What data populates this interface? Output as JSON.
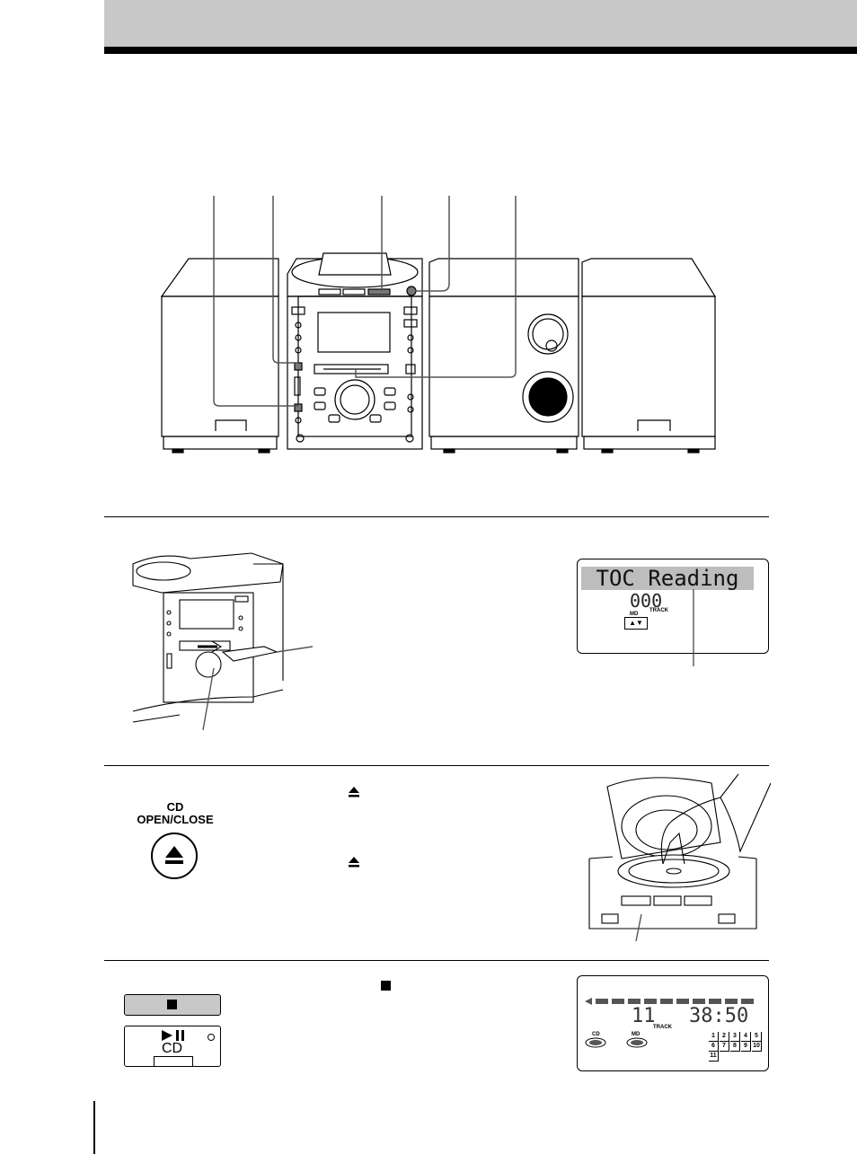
{
  "step2": {
    "button": {
      "line1": "CD",
      "line2": "OPEN/CLOSE"
    }
  },
  "display1": {
    "main_text": "TOC Reading",
    "counter": "000",
    "track_label": "TRACK",
    "md_label": "MD"
  },
  "step3": {
    "play_button_label": "CD",
    "display": {
      "track_number": "11",
      "time": "38:50",
      "track_label": "TRACK",
      "cd_label": "CD",
      "md_label": "MD",
      "track_grid": [
        "1",
        "2",
        "3",
        "4",
        "5",
        "6",
        "7",
        "8",
        "9",
        "10",
        "11"
      ]
    }
  },
  "colors": {
    "header_band": "#c8c8c8",
    "lcd_highlight": "#bdbdbd"
  }
}
